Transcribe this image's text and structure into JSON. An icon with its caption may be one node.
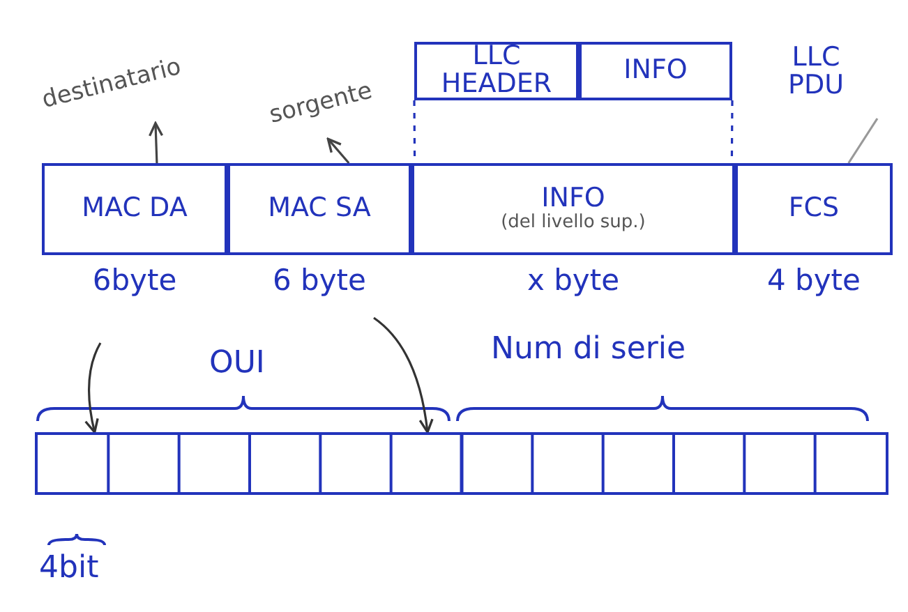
{
  "diagram": {
    "nodes": [
      {
        "text": [
          "LLC HEADER"
        ]
      },
      {
        "text": [
          "INFO"
        ]
      },
      {
        "text": [
          "MAC DA"
        ],
        "beside": [
          "6byte"
        ]
      },
      {
        "text": [
          "MAC SA"
        ],
        "beside": [
          "6 byte"
        ]
      },
      {
        "text": [
          "INFO",
          "(del livello sup.)"
        ],
        "beside": [
          "x byte"
        ]
      },
      {
        "text": [
          "FCS"
        ],
        "beside": [
          "4 byte"
        ]
      },
      {
        "text": [
          "destinatario"
        ]
      },
      {
        "text": [
          "sorgente"
        ]
      },
      {
        "text": [
          "LLC PDU"
        ]
      },
      {
        "text": [],
        "shape": "bar"
      }
    ],
    "edges": [
      {
        "from": 2,
        "to": 6,
        "arrow": "to"
      },
      {
        "from": 3,
        "to": 7,
        "arrow": "to"
      },
      {
        "from": 0,
        "to": 4,
        "arrow": "none",
        "style": "dashed",
        "color": "#2233bb"
      },
      {
        "from": 1,
        "to": 4,
        "arrow": "none",
        "style": "dashed",
        "color": "#2233bb"
      },
      {
        "from": 8,
        "to": 5,
        "arrow": "none",
        "color": "#999999"
      },
      {
        "from": null,
        "to": 9,
        "arrow": "to",
        "color": "#333333"
      },
      {
        "from": null,
        "to": 9,
        "arrow": "to",
        "color": "#333333"
      }
    ],
    "labels": [
      "OUI",
      "Num di serie",
      "4bit"
    ]
  }
}
